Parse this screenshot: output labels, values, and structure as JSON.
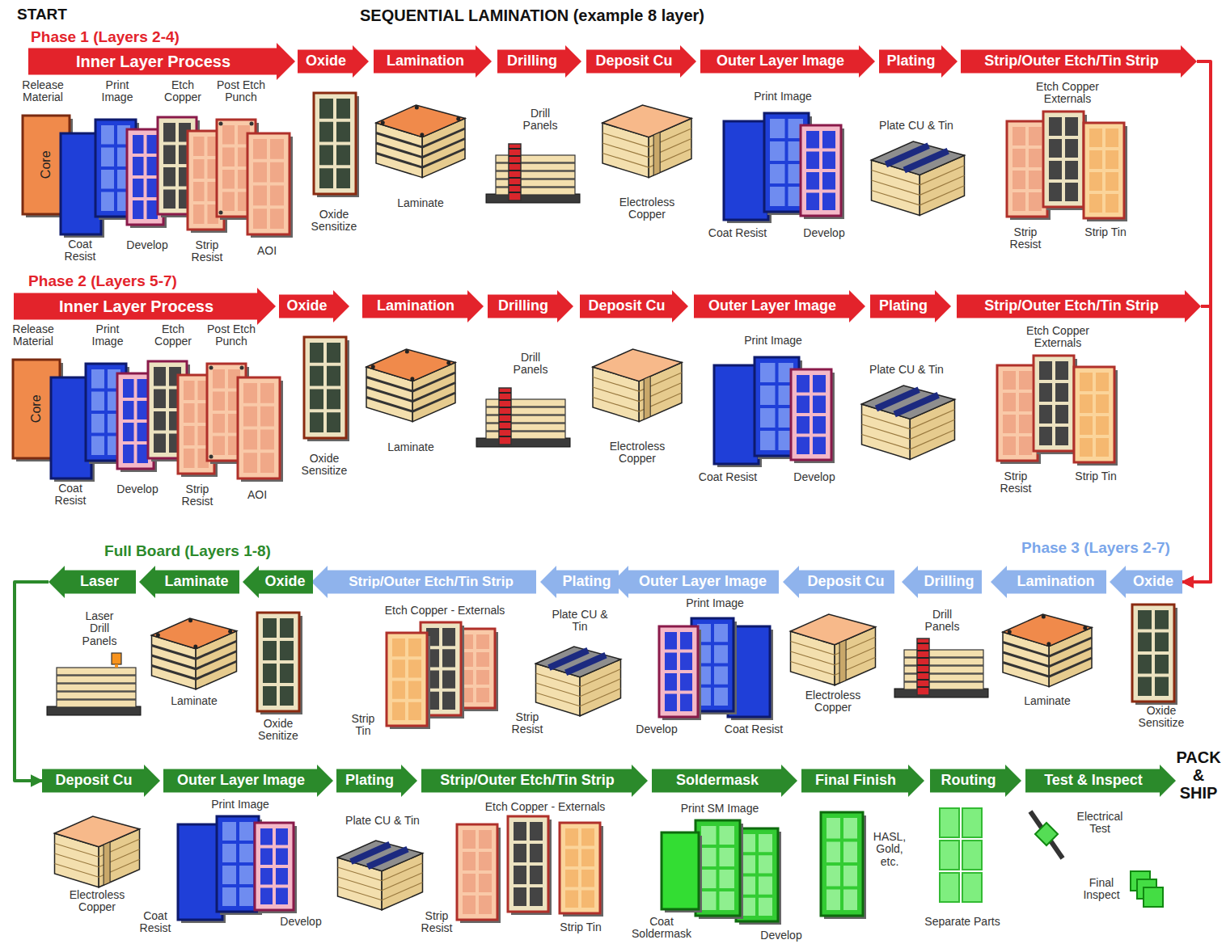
{
  "diagram": {
    "title": "SEQUENTIAL LAMINATION (example 8 layer)",
    "nodes": [
      {
        "text": [
          "Inner Layer Process"
        ]
      },
      {
        "text": [
          "Oxide"
        ]
      },
      {
        "text": [
          "Lamination"
        ]
      },
      {
        "text": [
          "Drilling"
        ]
      },
      {
        "text": [
          "Deposit Cu"
        ]
      },
      {
        "text": [
          "Outer Layer Image"
        ]
      },
      {
        "text": [
          "Plating"
        ]
      },
      {
        "text": [
          "Strip/Outer Etch/Tin Strip"
        ]
      },
      {
        "text": [
          "Inner Layer Process"
        ]
      },
      {
        "text": [
          "Oxide"
        ]
      },
      {
        "text": [
          "Lamination"
        ]
      },
      {
        "text": [
          "Drilling"
        ]
      },
      {
        "text": [
          "Deposit Cu"
        ]
      },
      {
        "text": [
          "Outer Layer Image"
        ]
      },
      {
        "text": [
          "Plating"
        ]
      },
      {
        "text": [
          "Strip/Outer Etch/Tin Strip"
        ]
      },
      {
        "text": [
          "Oxide"
        ]
      },
      {
        "text": [
          "Lamination"
        ]
      },
      {
        "text": [
          "Drilling"
        ]
      },
      {
        "text": [
          "Deposit Cu"
        ]
      },
      {
        "text": [
          "Outer Layer Image"
        ]
      },
      {
        "text": [
          "Plating"
        ]
      },
      {
        "text": [
          "Strip/Outer Etch/Tin Strip"
        ]
      },
      {
        "text": [
          "Oxide"
        ]
      },
      {
        "text": [
          "Laminate"
        ]
      },
      {
        "text": [
          "Laser"
        ]
      },
      {
        "text": [
          "Deposit Cu"
        ]
      },
      {
        "text": [
          "Outer Layer Image"
        ]
      },
      {
        "text": [
          "Plating"
        ]
      },
      {
        "text": [
          "Strip/Outer Etch/Tin Strip"
        ]
      },
      {
        "text": [
          "Soldermask"
        ]
      },
      {
        "text": [
          "Final Finish"
        ]
      },
      {
        "text": [
          "Routing"
        ]
      },
      {
        "text": [
          "Test & Inspect"
        ]
      }
    ],
    "edges": [
      {
        "from": 7,
        "to": 16,
        "arrow": "to"
      },
      {
        "from": 15,
        "to": 16,
        "arrow": "to"
      },
      {
        "from": 25,
        "to": 26,
        "arrow": "to"
      }
    ],
    "labels": [
      "START",
      "Phase 1 (Layers 2-4)",
      "Release Material",
      "Print Image",
      "Etch Copper",
      "Post Etch Punch",
      "Core",
      "Coat Resist",
      "Develop",
      "Strip Resist",
      "AOI",
      "Oxide Sensitize",
      "Laminate",
      "Drill Panels",
      "Electroless Copper",
      "Print Image",
      "Coat Resist",
      "Develop",
      "Plate CU & Tin",
      "Etch Copper Externals",
      "Strip Resist",
      "Strip Tin",
      "Phase 2 (Layers 5-7)",
      "Release Material",
      "Print Image",
      "Etch Copper",
      "Post Etch Punch",
      "Core",
      "Coat Resist",
      "Develop",
      "Strip Resist",
      "AOI",
      "Oxide Sensitize",
      "Laminate",
      "Drill Panels",
      "Electroless Copper",
      "Print Image",
      "Coat Resist",
      "Develop",
      "Plate CU & Tin",
      "Etch Copper Externals",
      "Strip Resist",
      "Strip Tin",
      "Phase 3 (Layers 2-7)",
      "Full Board (Layers 1-8)",
      "Oxide Sensitize",
      "Laminate",
      "Drill Panels",
      "Electroless Copper",
      "Print Image",
      "Develop",
      "Coat Resist",
      "Plate CU & Tin",
      "Etch Copper - Externals",
      "Strip Tin",
      "Strip Resist",
      "Oxide Senitize",
      "Laminate",
      "Laser Drill Panels",
      "Electroless Copper",
      "Print Image",
      "Coat Resist",
      "Develop",
      "Plate CU & Tin",
      "Etch Copper - Externals",
      "Strip Resist",
      "Strip Tin",
      "Print SM Image",
      "Coat Soldermask",
      "Develop",
      "HASL, Gold, etc.",
      "Separate Parts",
      "Electrical Test",
      "Final Inspect",
      "PACK & SHIP"
    ]
  }
}
